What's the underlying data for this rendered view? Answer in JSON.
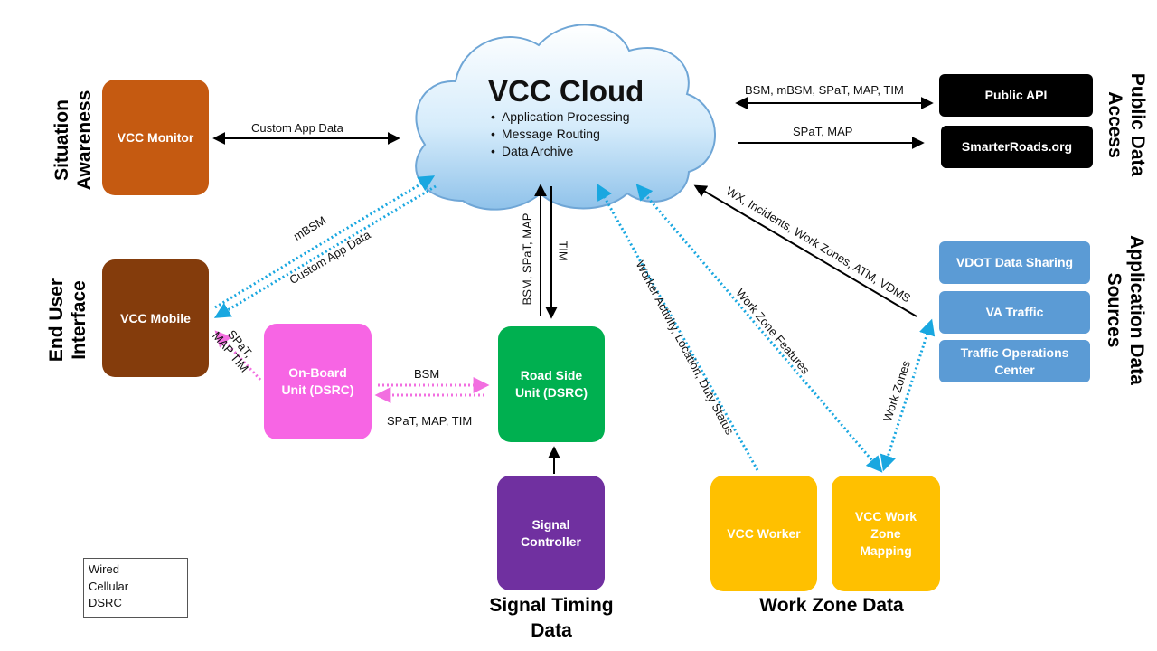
{
  "cloud": {
    "title": "VCC Cloud",
    "items": [
      "Application Processing",
      "Message Routing",
      "Data Archive"
    ]
  },
  "boxes": {
    "vcc_monitor": "VCC Monitor",
    "vcc_mobile": "VCC Mobile",
    "obu": "On-Board Unit (DSRC)",
    "rsu": "Road Side Unit (DSRC)",
    "signal_controller": "Signal Controller",
    "vcc_worker": "VCC Worker",
    "vcc_wz_mapping": "VCC Work Zone Mapping",
    "public_api": "Public API",
    "smarterroads": "SmarterRoads.org",
    "vdot": "VDOT Data Sharing",
    "va_traffic": "VA Traffic",
    "toc": "Traffic Operations Center"
  },
  "side_labels": {
    "situation_awareness": "Situation Awareness",
    "end_user_interface": "End User Interface",
    "public_data_access": "Public Data Access",
    "application_data_sources": "Application Data Sources"
  },
  "bottom_labels": {
    "signal_timing": "Signal Timing Data",
    "work_zone": "Work Zone Data"
  },
  "links": {
    "custom_app_data": "Custom App Data",
    "public_api_msgs": "BSM, mBSM, SPaT, MAP, TIM",
    "smarterroads_msgs": "SPaT, MAP",
    "mbsm": "mBSM",
    "custom_app_data_mobile": "Custom App Data",
    "rsu_up": "BSM, SPaT, MAP",
    "rsu_down": "TIM",
    "worker": "Worker Activity, Location, Duty Status",
    "wz_features": "Work Zone Features",
    "sources": "WX, Incidents, Work Zones, ATM, VDMS",
    "work_zones": "Work Zones",
    "obu_mobile": "SPaT, MAP TIM",
    "obu_rsu_bsm": "BSM",
    "obu_rsu_spat": "SPaT, MAP, TIM"
  },
  "legend": {
    "wired": "Wired",
    "cellular": "Cellular",
    "dsrc": "DSRC"
  },
  "colors": {
    "wired": "#000000",
    "cellular": "#19a7e0",
    "dsrc": "#f26fe0",
    "monitor": "#c55a11",
    "mobile": "#843c0c",
    "obu": "#f765e4",
    "rsu": "#00b050",
    "signal": "#7030a0",
    "workzone": "#ffc000",
    "public": "#000000",
    "sources": "#5b9bd5"
  }
}
